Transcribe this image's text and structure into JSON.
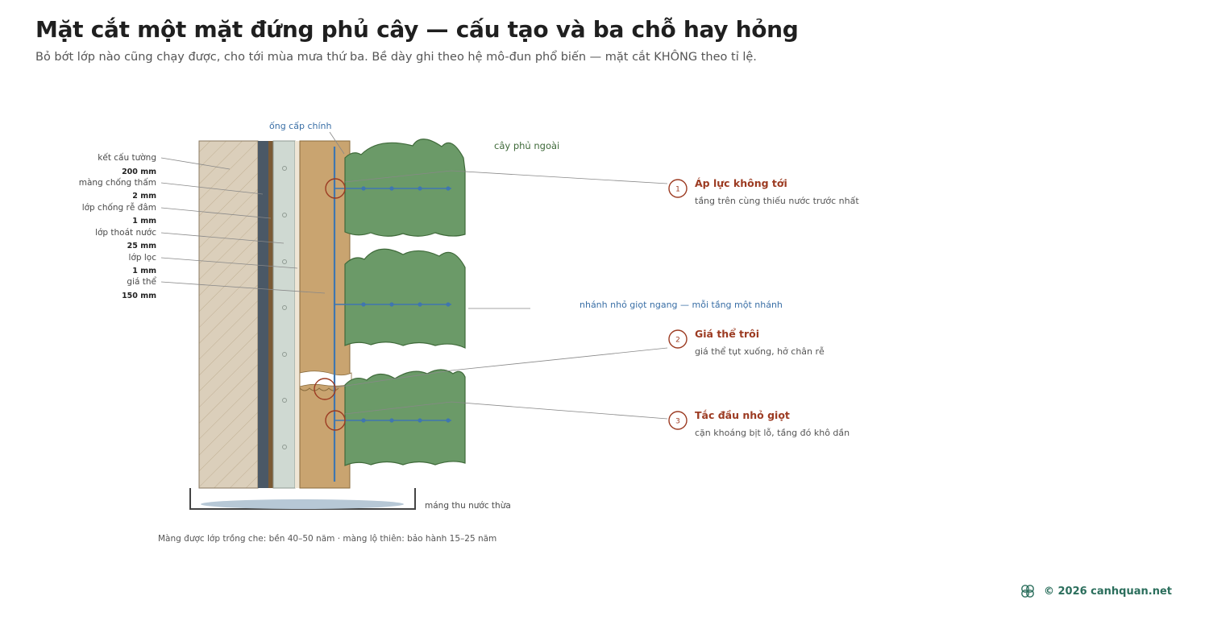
{
  "header": {
    "title": "Mặt cắt một mặt đứng phủ cây — cấu tạo và ba chỗ hay hỏng",
    "subtitle": "Bỏ bớt lớp nào cũng chạy được, cho tới mùa mưa thứ ba. Bề dày ghi theo hệ mô-đun phổ biến — mặt cắt KHÔNG theo tỉ lệ."
  },
  "layers": [
    {
      "label": "kết cấu tường",
      "thickness": "200 mm"
    },
    {
      "label": "màng chống thấm",
      "thickness": "2 mm"
    },
    {
      "label": "lớp chống rễ đâm",
      "thickness": "1 mm"
    },
    {
      "label": "lớp thoát nước",
      "thickness": "25 mm"
    },
    {
      "label": "lớp lọc",
      "thickness": "1 mm"
    },
    {
      "label": "giá thể",
      "thickness": "150 mm"
    }
  ],
  "labels": {
    "main_pipe": "ống cấp chính",
    "outer_plants": "cây phủ ngoài",
    "drip_branch": "nhánh nhỏ giọt ngang — mỗi tầng một nhánh",
    "gutter": "máng thu nước thừa",
    "membrane_note": "Màng được lớp trồng che: bền 40–50 năm · màng lộ thiên: bảo hành 15–25 năm"
  },
  "failures": [
    {
      "num": "1",
      "title": "Áp lực không tới",
      "desc": "tầng trên cùng thiếu nước trước nhất"
    },
    {
      "num": "2",
      "title": "Giá thể trôi",
      "desc": "giá thể tụt xuống, hở chân rễ"
    },
    {
      "num": "3",
      "title": "Tắc đầu nhỏ giọt",
      "desc": "cặn khoáng bịt lỗ, tầng đó khô dần"
    }
  ],
  "footer": {
    "copyright": "© 2026 canhquan.net",
    "logo_icon": "knot-logo-icon"
  },
  "colors": {
    "wall": "#d9cdb8",
    "membrane": "#4a5866",
    "root_barrier": "#7a5a35",
    "drainage": "#cfd9d2",
    "filter": "#efe6d6",
    "substrate": "#c9a470",
    "plants": "#6b9a68",
    "pipe": "#3f76b0",
    "failure": "#9c3b22",
    "footer": "#2b6e5c"
  }
}
